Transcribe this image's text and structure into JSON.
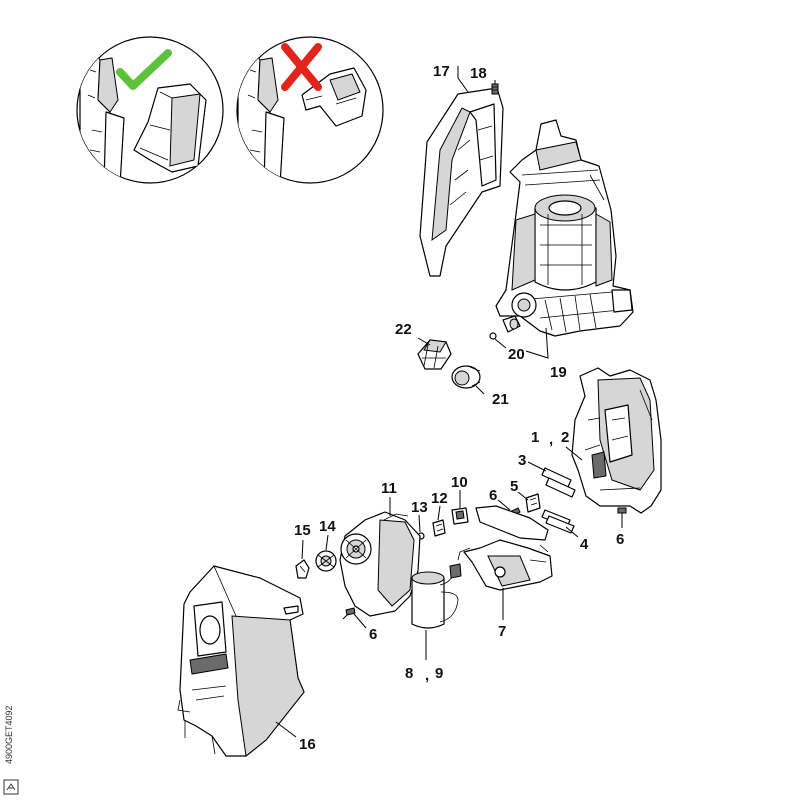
{
  "diagram": {
    "callouts": [
      {
        "text": "17"
      },
      {
        "text": "18"
      },
      {
        "text": "22"
      },
      {
        "text": "20"
      },
      {
        "text": "19"
      },
      {
        "text": "21"
      },
      {
        "text": "1"
      },
      {
        "text": "2"
      },
      {
        "text": "3"
      },
      {
        "text": "5"
      },
      {
        "text": "6"
      },
      {
        "text": "10"
      },
      {
        "text": "11"
      },
      {
        "text": "12"
      },
      {
        "text": "13"
      },
      {
        "text": "14"
      },
      {
        "text": "15"
      },
      {
        "text": "4"
      },
      {
        "text": "6"
      },
      {
        "text": "6"
      },
      {
        "text": "7"
      },
      {
        "text": "8"
      },
      {
        "text": "9"
      },
      {
        "text": "16"
      }
    ],
    "separator": ",",
    "inset_correct": {
      "icon": "check-icon",
      "color": "#5cc23a"
    },
    "inset_wrong": {
      "icon": "x-icon",
      "color": "#e3241b"
    },
    "side_code": "4900GET4092"
  }
}
